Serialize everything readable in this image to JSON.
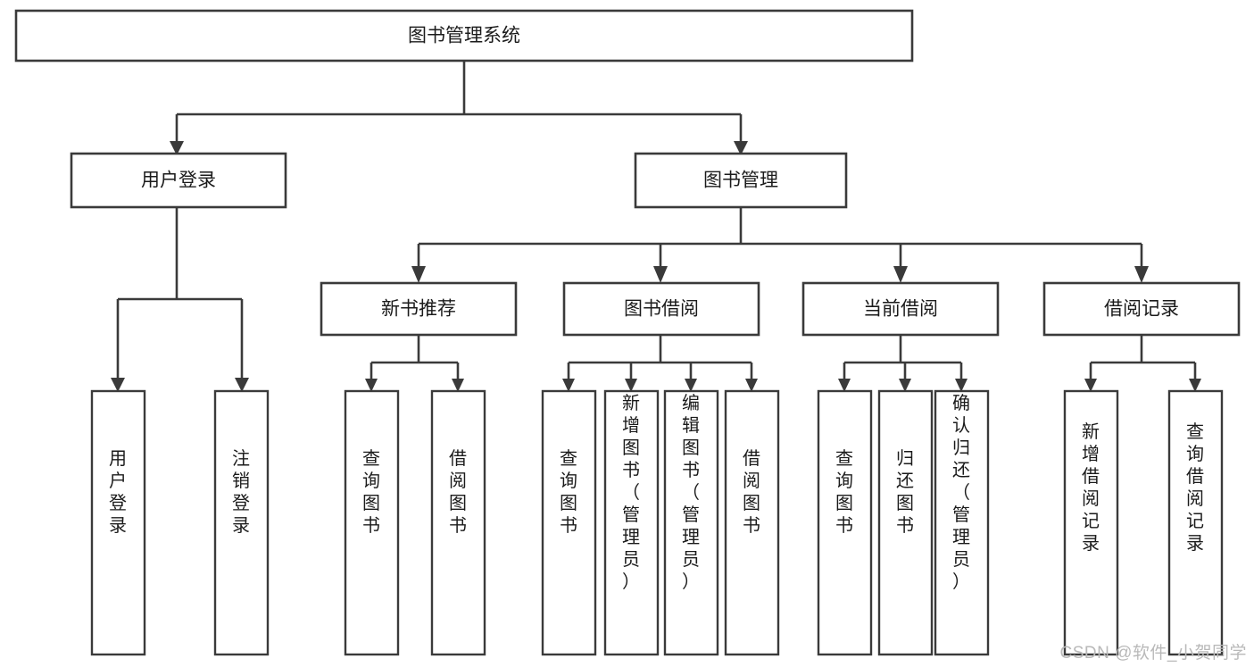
{
  "diagram": {
    "type": "tree-hierarchy-chart",
    "title": "图书管理系统",
    "orientation": "top-down",
    "watermark": "CSDN @软件_小贺同学",
    "colors": {
      "background": "#ffffff",
      "box_fill": "#ffffff",
      "box_stroke": "#3a3a3a",
      "text": "#1b1b1b",
      "watermark": "#b9b9b9"
    },
    "nodes": {
      "root": {
        "id": "root",
        "label": "图书管理系统",
        "level": 1,
        "orientation": "horizontal"
      },
      "level2": [
        {
          "id": "user-login",
          "label": "用户登录",
          "level": 2,
          "orientation": "horizontal"
        },
        {
          "id": "book-management",
          "label": "图书管理",
          "level": 2,
          "orientation": "horizontal"
        }
      ],
      "level3": [
        {
          "id": "new-book-recommend",
          "label": "新书推荐",
          "level": 3,
          "orientation": "horizontal",
          "parent": "book-management"
        },
        {
          "id": "book-borrow",
          "label": "图书借阅",
          "level": 3,
          "orientation": "horizontal",
          "parent": "book-management"
        },
        {
          "id": "current-borrow",
          "label": "当前借阅",
          "level": 3,
          "orientation": "horizontal",
          "parent": "book-management"
        },
        {
          "id": "borrow-record",
          "label": "借阅记录",
          "level": 3,
          "orientation": "horizontal",
          "parent": "book-management"
        }
      ],
      "leaves": [
        {
          "id": "leaf-user-login",
          "label": "用户登录",
          "parent": "user-login",
          "orientation": "vertical"
        },
        {
          "id": "leaf-user-logout",
          "label": "注销登录",
          "parent": "user-login",
          "orientation": "vertical"
        },
        {
          "id": "leaf-query-book-1",
          "label": "查询图书",
          "parent": "new-book-recommend",
          "orientation": "vertical"
        },
        {
          "id": "leaf-borrow-book-1",
          "label": "借阅图书",
          "parent": "new-book-recommend",
          "orientation": "vertical"
        },
        {
          "id": "leaf-query-book-2",
          "label": "查询图书",
          "parent": "book-borrow",
          "orientation": "vertical"
        },
        {
          "id": "leaf-add-book",
          "label": "新增图书（管理员）",
          "parent": "book-borrow",
          "orientation": "vertical"
        },
        {
          "id": "leaf-edit-book",
          "label": "编辑图书（管理员）",
          "parent": "book-borrow",
          "orientation": "vertical"
        },
        {
          "id": "leaf-borrow-book-2",
          "label": "借阅图书",
          "parent": "book-borrow",
          "orientation": "vertical"
        },
        {
          "id": "leaf-query-book-3",
          "label": "查询图书",
          "parent": "current-borrow",
          "orientation": "vertical"
        },
        {
          "id": "leaf-return-book",
          "label": "归还图书",
          "parent": "current-borrow",
          "orientation": "vertical"
        },
        {
          "id": "leaf-confirm-return",
          "label": "确认归还（管理员）",
          "parent": "current-borrow",
          "orientation": "vertical"
        },
        {
          "id": "leaf-add-record",
          "label": "新增借阅记录",
          "parent": "borrow-record",
          "orientation": "vertical"
        },
        {
          "id": "leaf-query-record",
          "label": "查询借阅记录",
          "parent": "borrow-record",
          "orientation": "vertical"
        }
      ]
    }
  }
}
